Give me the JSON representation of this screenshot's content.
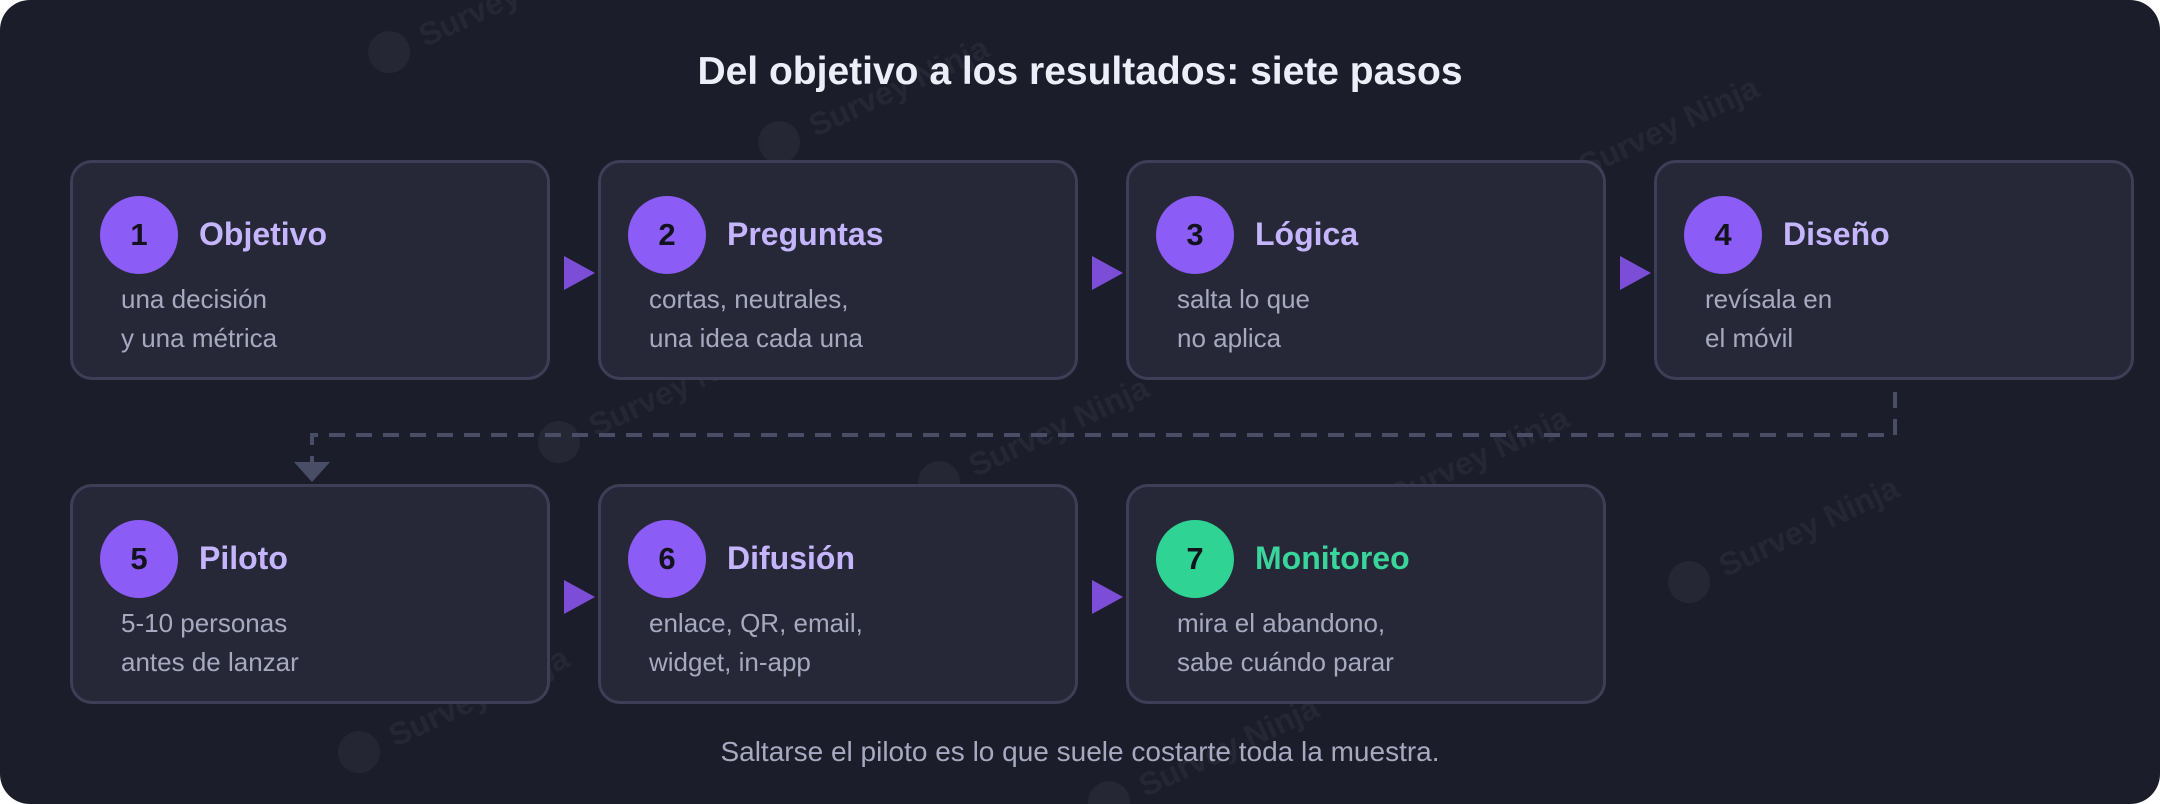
{
  "title": "Del objetivo a los resultados: siete pasos",
  "steps": [
    {
      "number": "1",
      "label": "Objetivo",
      "desc": [
        "una decisión",
        "y una métrica"
      ]
    },
    {
      "number": "2",
      "label": "Preguntas",
      "desc": [
        "cortas, neutrales,",
        "una idea cada una"
      ]
    },
    {
      "number": "3",
      "label": "Lógica",
      "desc": [
        "salta lo que",
        "no aplica"
      ]
    },
    {
      "number": "4",
      "label": "Diseño",
      "desc": [
        "revísala en",
        "el móvil"
      ]
    },
    {
      "number": "5",
      "label": "Piloto",
      "desc": [
        "5-10 personas",
        "antes de lanzar"
      ]
    },
    {
      "number": "6",
      "label": "Difusión",
      "desc": [
        "enlace, QR, email,",
        "widget, in-app"
      ]
    },
    {
      "number": "7",
      "label": "Monitoreo",
      "desc": [
        "mira el abandono,",
        "sabe cuándo parar"
      ]
    }
  ],
  "footnote": "Saltarse el piloto es lo que suele costarte toda la muestra.",
  "watermark": "Survey Ninja",
  "colors": {
    "background": "#1c1d2b",
    "card": "#262838",
    "card_border": "#3c3f55",
    "accent_purple": "#8b5cf6",
    "accent_green": "#2fd393",
    "arrow": "#7c4ed8",
    "connector": "#4a4d66"
  }
}
